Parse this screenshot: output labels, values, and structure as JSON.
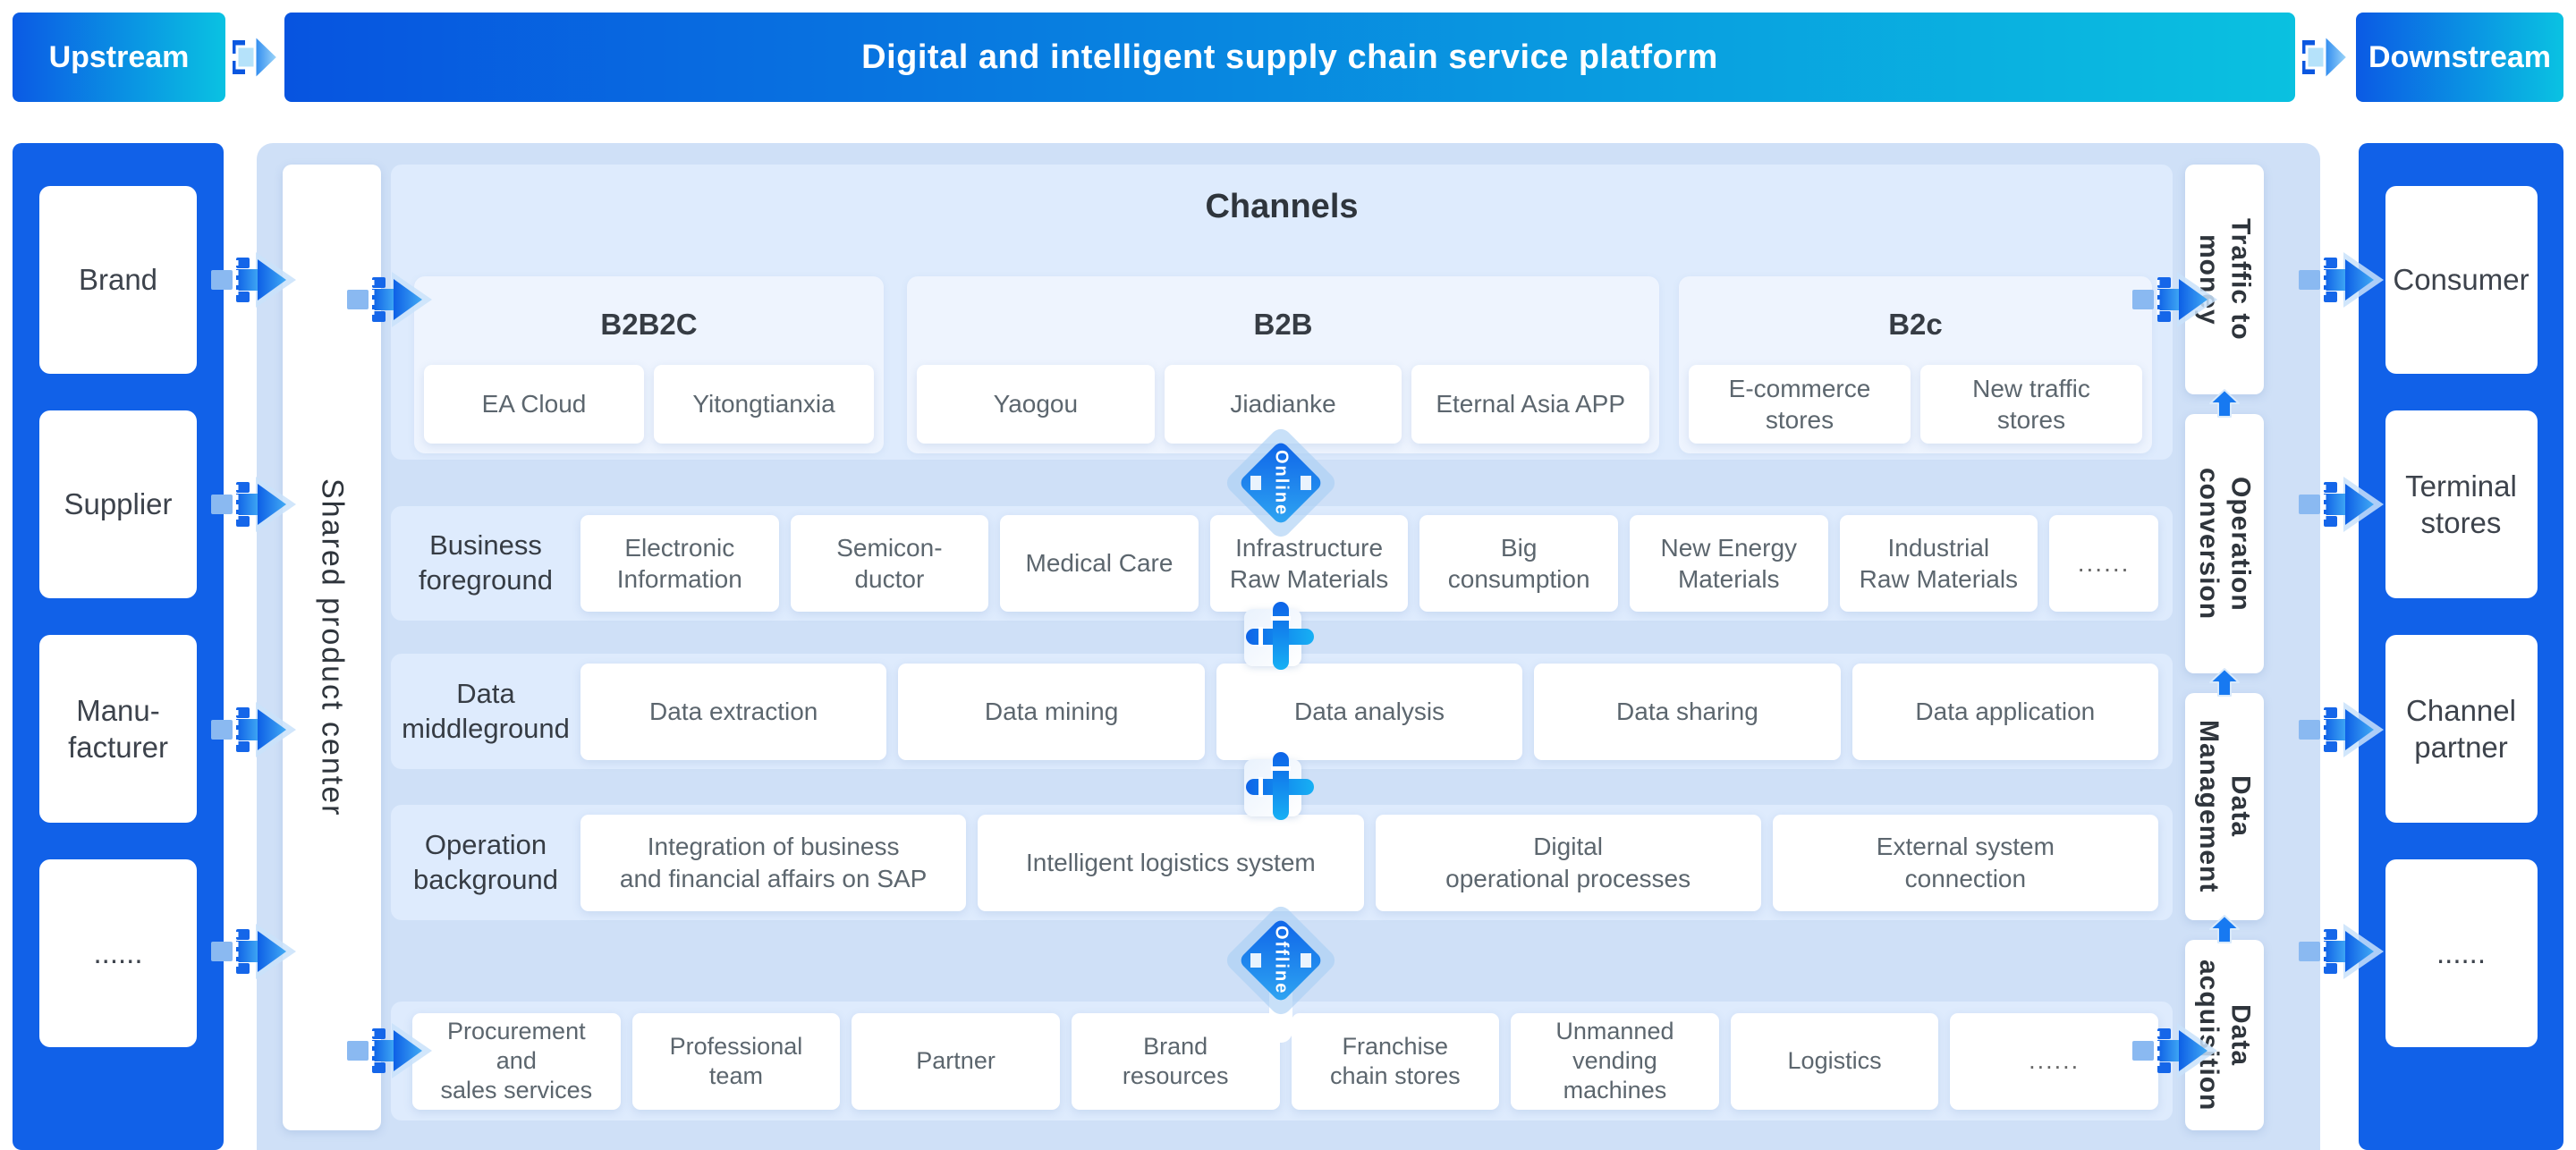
{
  "colors": {
    "brand_blue": "#1161e8",
    "gradient_blue": "#0754e0",
    "gradient_cyan": "#0ac1e0",
    "content_bg": "#cfe0f7",
    "row_bg": "#deebfd",
    "group_bg": "#eef4fe"
  },
  "header": {
    "upstream": "Upstream",
    "title": "Digital and intelligent supply chain service platform",
    "downstream": "Downstream"
  },
  "upstream_chain": [
    "Brand",
    "Supplier",
    "Manu-\nfacturer",
    "......"
  ],
  "shared_product_center": "Shared product center",
  "channels": {
    "title": "Channels",
    "groups": [
      {
        "label": "B2B2C",
        "cards": [
          "EA Cloud",
          "Yitongtianxia"
        ]
      },
      {
        "label": "B2B",
        "cards": [
          "Yaogou",
          "Jiadianke",
          "Eternal Asia APP"
        ]
      },
      {
        "label": "B2c",
        "cards": [
          "E-commerce\nstores",
          "New traffic\nstores"
        ]
      }
    ]
  },
  "rows": [
    {
      "label": "Business\nforeground",
      "cards": [
        "Electronic\nInformation",
        "Semicon-\nductor",
        "Medical Care",
        "Infrastructure\nRaw Materials",
        "Big\nconsumption",
        "New Energy\nMaterials",
        "Industrial\nRaw Materials",
        "......"
      ]
    },
    {
      "label": "Data\nmiddleground",
      "cards": [
        "Data extraction",
        "Data mining",
        "Data analysis",
        "Data sharing",
        "Data application"
      ]
    },
    {
      "label": "Operation\nbackground",
      "cards": [
        "Integration of business\nand financial affairs on SAP",
        "Intelligent logistics system",
        "Digital\noperational processes",
        "External system\nconnection"
      ]
    }
  ],
  "resources": [
    "Procurement\nand\nsales services",
    "Professional\nteam",
    "Partner",
    "Brand\nresources",
    "Franchise\nchain stores",
    "Unmanned\nvending\nmachines",
    "Logistics",
    "......"
  ],
  "value_chain": [
    "Traffic to\nmoney",
    "Operation\nconversion",
    "Data\nManagement",
    "Data\nacquisition"
  ],
  "downstream_chain": [
    "Consumer",
    "Terminal\nstores",
    "Channel\npartner",
    "......"
  ],
  "connectors": {
    "online": "Online",
    "offline": "Offline"
  }
}
